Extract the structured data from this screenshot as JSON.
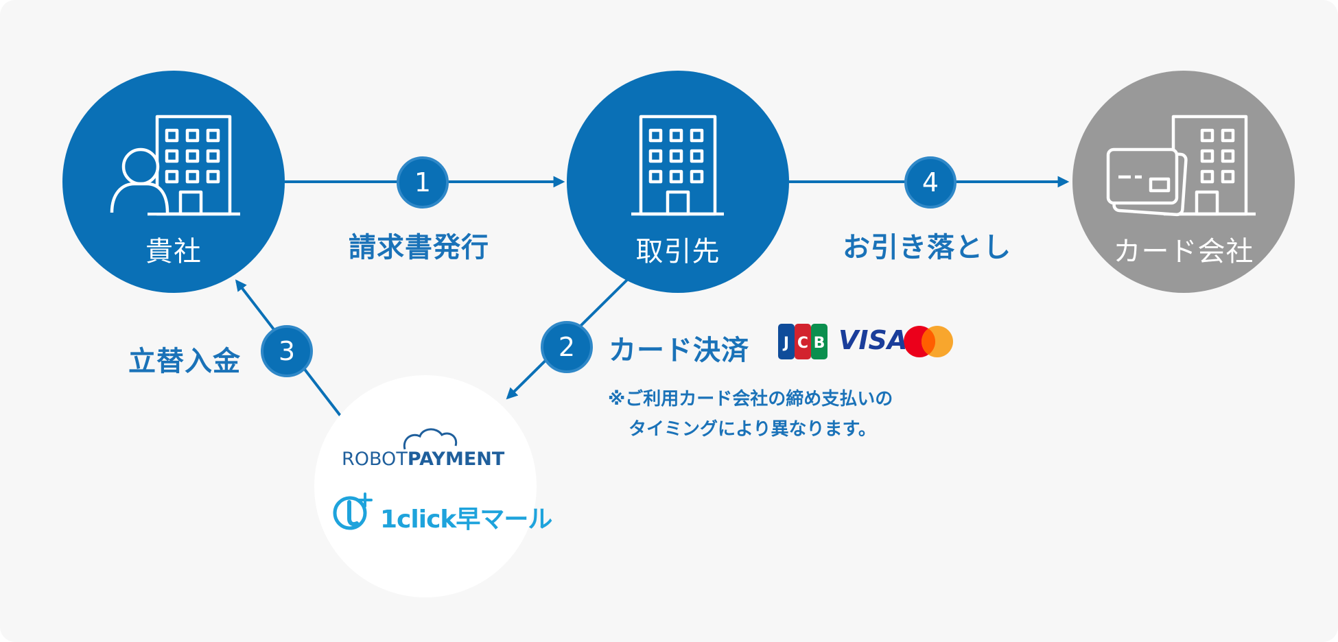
{
  "nodes": {
    "your_company": "貴社",
    "client": "取引先",
    "card_company": "カード会社"
  },
  "steps": [
    {
      "num": "1",
      "label": "請求書発行"
    },
    {
      "num": "2",
      "label": "カード決済"
    },
    {
      "num": "3",
      "label": "立替入金"
    },
    {
      "num": "4",
      "label": "お引き落とし"
    }
  ],
  "note": {
    "line1": "※ご利用カード会社の締め支払いの",
    "line2": "タイミングにより異なります。"
  },
  "card_brands": [
    "JCB",
    "VISA",
    "Mastercard"
  ],
  "visa_text": "VISA",
  "service": {
    "brand_part1": "ROBOT",
    "brand_part2": "PAYMENT",
    "product": "1click早マール"
  },
  "colors": {
    "primary_blue": "#0a70b6",
    "label_blue": "#1a72b8",
    "gray_node": "#999999",
    "background": "#f7f7f7"
  }
}
